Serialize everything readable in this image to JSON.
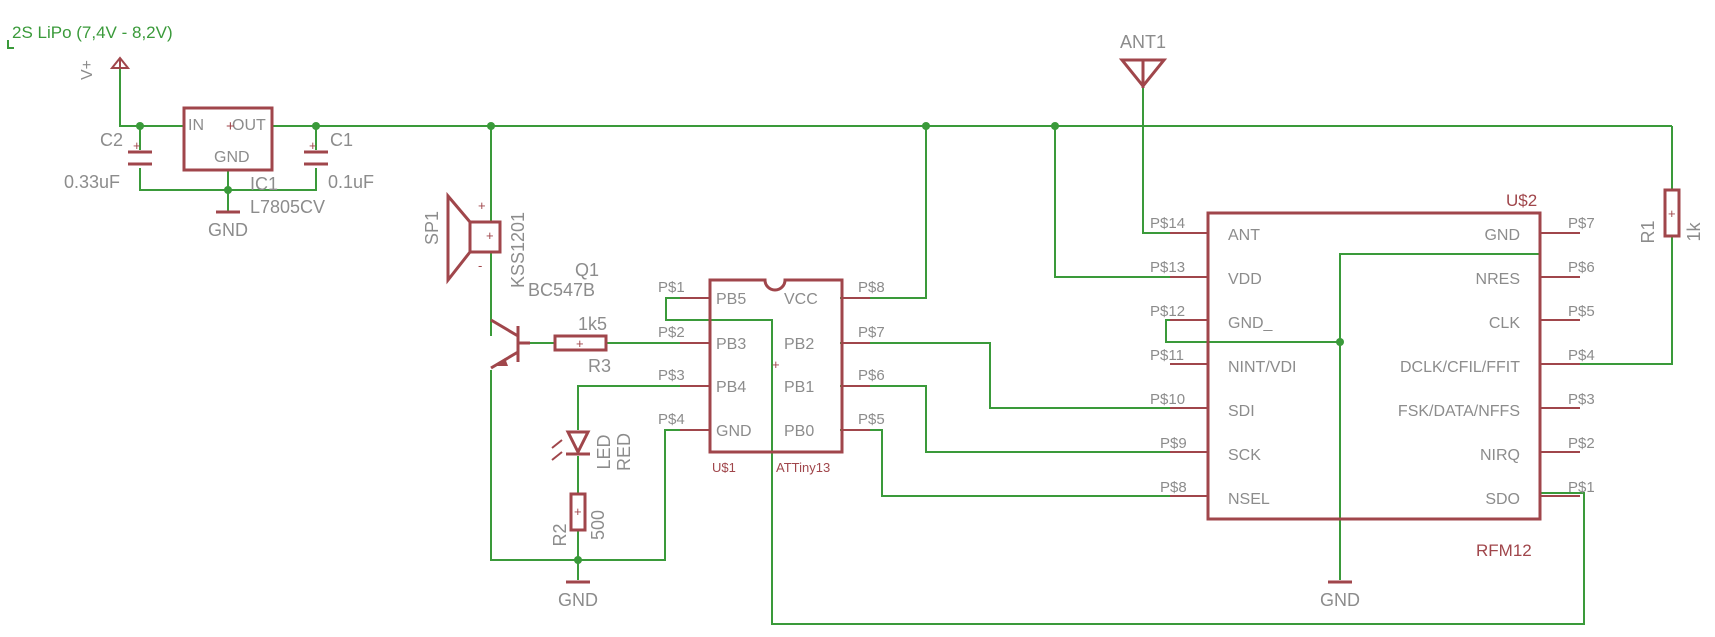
{
  "supply": {
    "label": "2S LiPo (7,4V - 8,2V)",
    "vplus": "V+"
  },
  "regulator": {
    "name": "IC1",
    "value": "L7805CV",
    "pin_in": "IN",
    "pin_out": "OUT",
    "pin_gnd": "GND"
  },
  "capacitors": {
    "c2_name": "C2",
    "c2_value": "0.33uF",
    "c1_name": "C1",
    "c1_value": "0.1uF"
  },
  "gnd_label": "GND",
  "speaker": {
    "name": "SP1",
    "value": "KSS1201"
  },
  "transistor": {
    "name": "Q1",
    "value": "BC547B"
  },
  "resistors": {
    "r3_name": "R3",
    "r3_value": "1k5",
    "r2_name": "R2",
    "r2_value": "500",
    "r1_name": "R1",
    "r1_value": "1k"
  },
  "led": {
    "name": "LED",
    "value": "RED"
  },
  "mcu": {
    "name": "U$1",
    "value": "ATTiny13",
    "left_pins": [
      {
        "pad": "P$1",
        "name": "PB5"
      },
      {
        "pad": "P$2",
        "name": "PB3"
      },
      {
        "pad": "P$3",
        "name": "PB4"
      },
      {
        "pad": "P$4",
        "name": "GND"
      }
    ],
    "right_pins": [
      {
        "pad": "P$8",
        "name": "VCC"
      },
      {
        "pad": "P$7",
        "name": "PB2"
      },
      {
        "pad": "P$6",
        "name": "PB1"
      },
      {
        "pad": "P$5",
        "name": "PB0"
      }
    ]
  },
  "antenna": {
    "name": "ANT1"
  },
  "rf": {
    "name": "U$2",
    "value": "RFM12",
    "left_pins": [
      {
        "pad": "P$14",
        "name": "ANT"
      },
      {
        "pad": "P$13",
        "name": "VDD"
      },
      {
        "pad": "P$12",
        "name": "GND_"
      },
      {
        "pad": "P$11",
        "name": "NINT/VDI"
      },
      {
        "pad": "P$10",
        "name": "SDI"
      },
      {
        "pad": "P$9",
        "name": "SCK"
      },
      {
        "pad": "P$8",
        "name": "NSEL"
      }
    ],
    "right_pins": [
      {
        "pad": "P$7",
        "name": "GND"
      },
      {
        "pad": "P$6",
        "name": "NRES"
      },
      {
        "pad": "P$5",
        "name": "CLK"
      },
      {
        "pad": "P$4",
        "name": "DCLK/CFIL/FFIT"
      },
      {
        "pad": "P$3",
        "name": "FSK/DATA/NFFS"
      },
      {
        "pad": "P$2",
        "name": "NIRQ"
      },
      {
        "pad": "P$1",
        "name": "SDO"
      }
    ]
  },
  "colors": {
    "wire": "#3a9a3a",
    "symbol": "#a0464b",
    "text": "#8c8c8c"
  }
}
